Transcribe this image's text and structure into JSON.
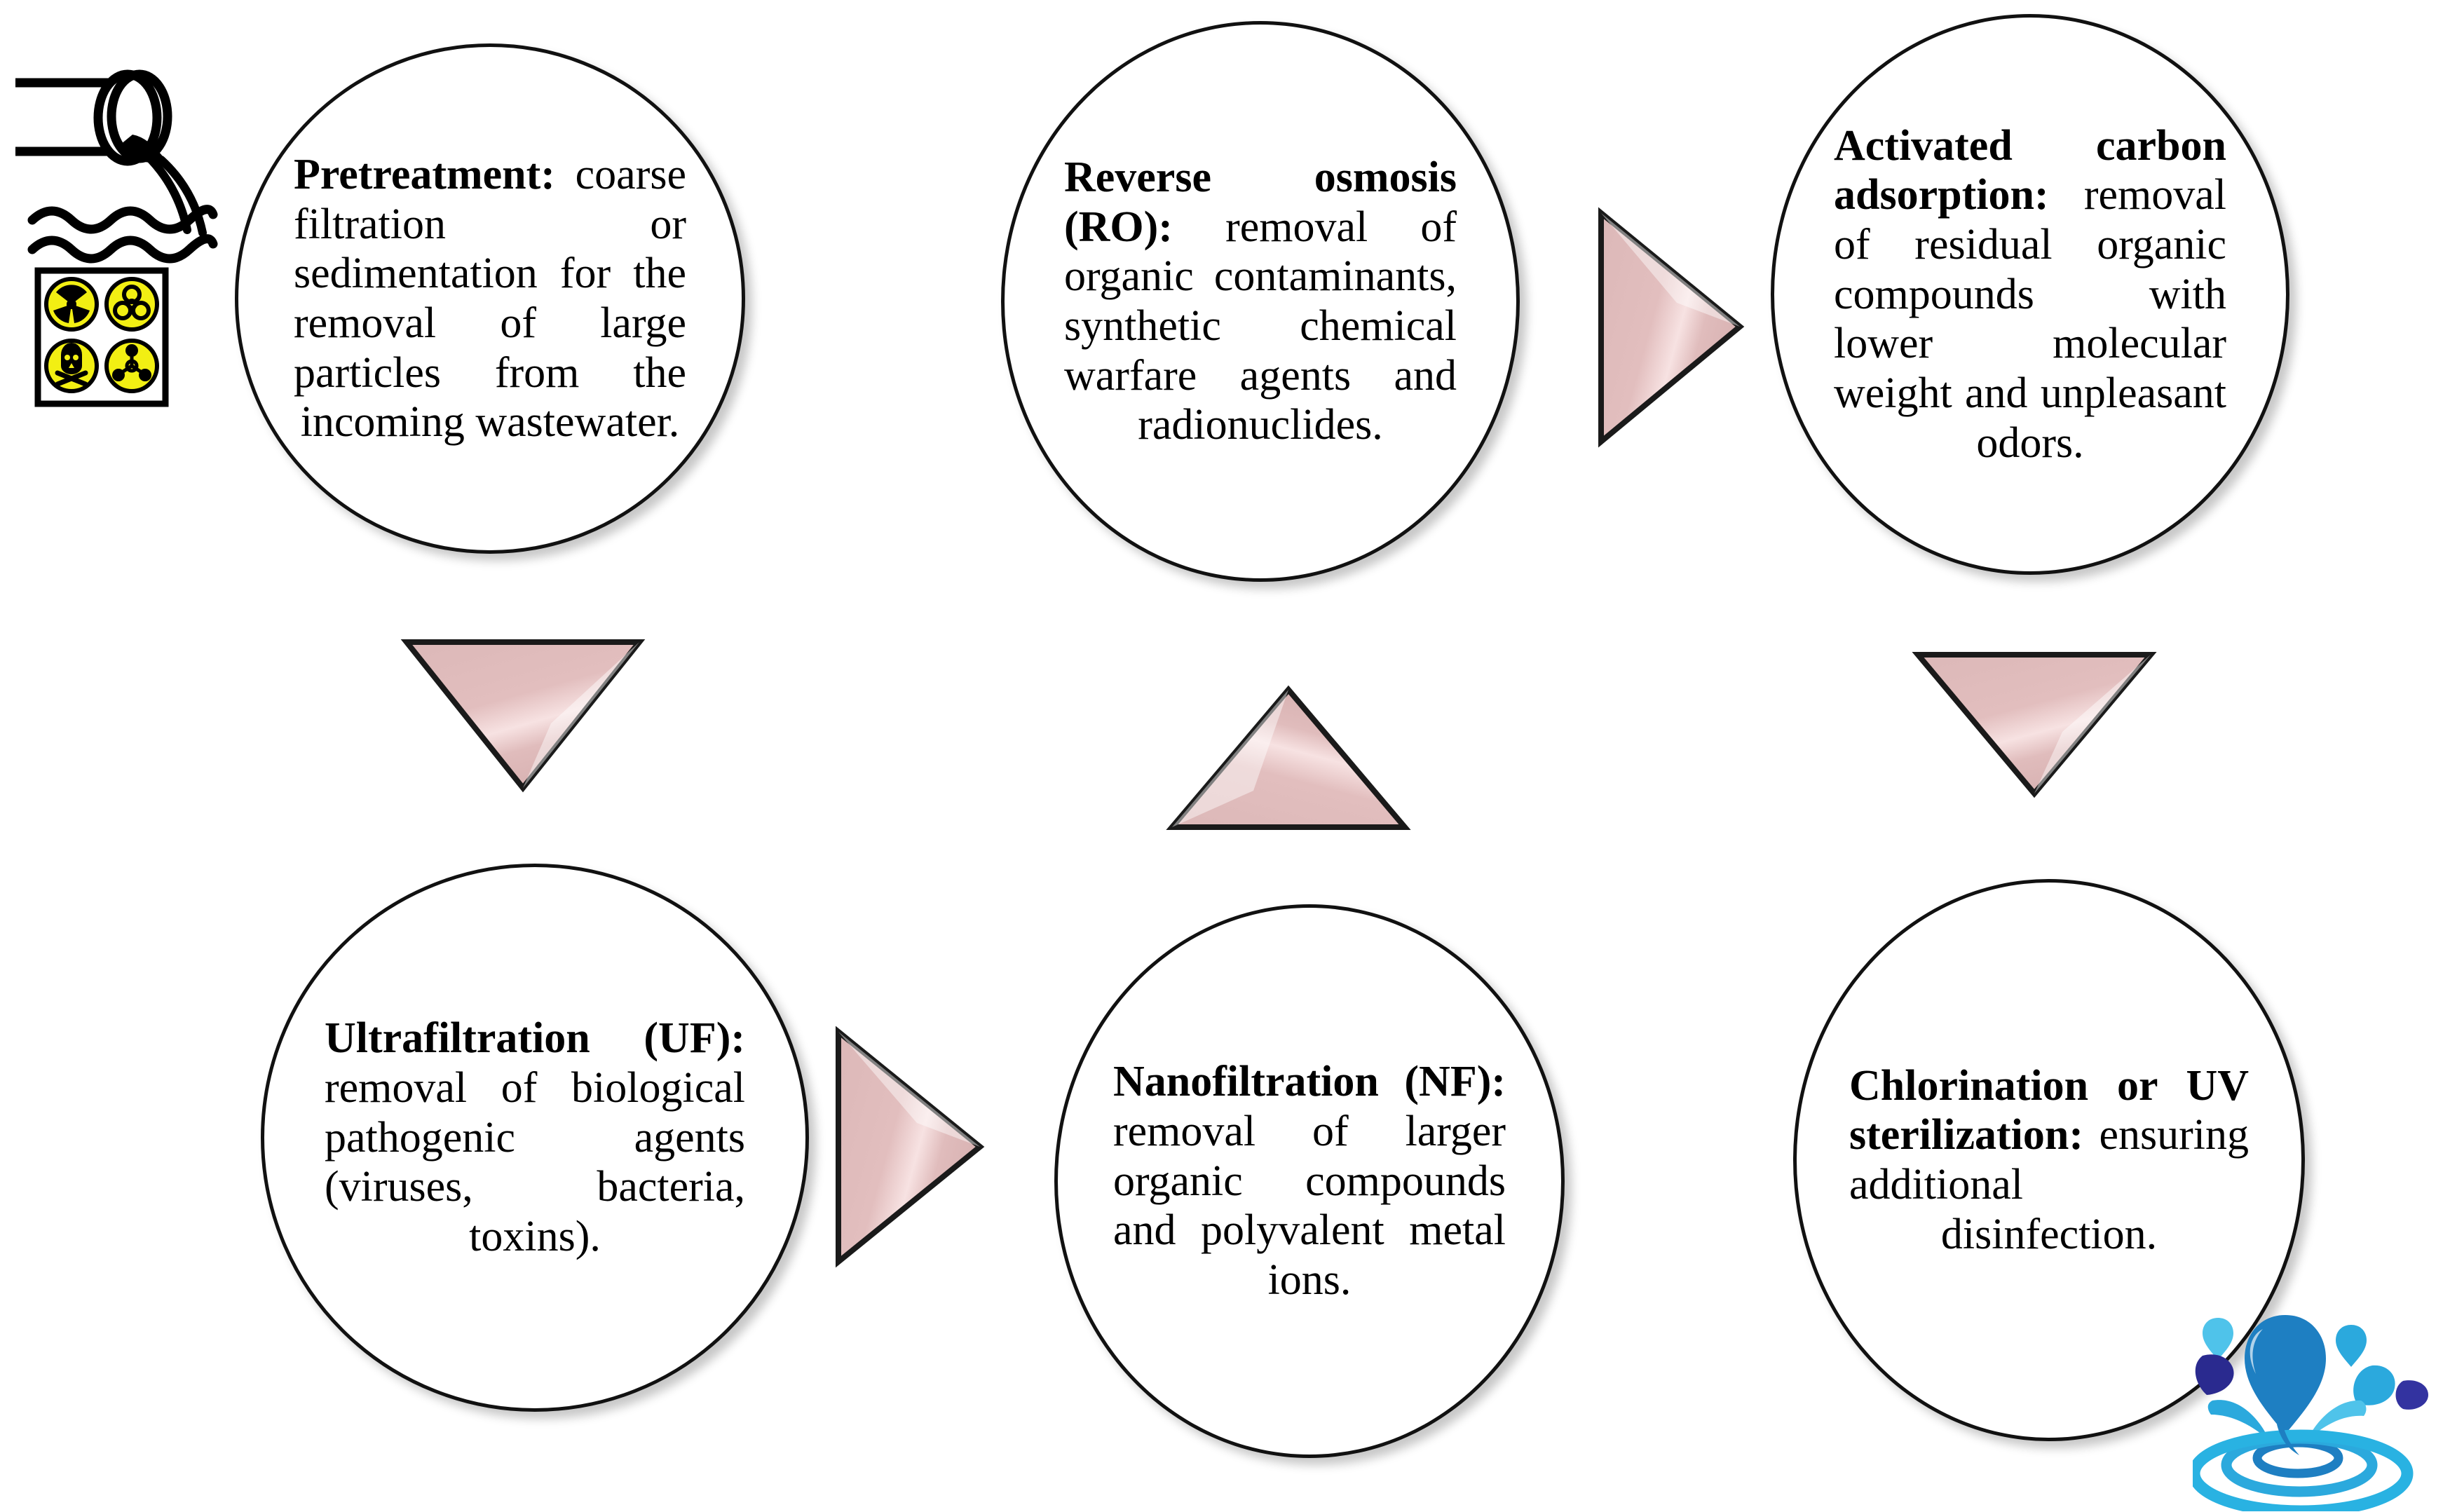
{
  "diagram": {
    "type": "process-flow",
    "title_visible": false,
    "background_color": "#ffffff",
    "arrow_fill_color": "#e3bfbf",
    "arrow_stroke_color": "#1a1a1a",
    "circle_stroke_color": "#111111",
    "text_color": "#000000"
  },
  "stages": [
    {
      "id": "pretreatment",
      "heading": "Pretreatment:",
      "body": " coarse filtration or sedimentation for the removal of large particles from the incoming wastewater.",
      "row": 1,
      "column": 1
    },
    {
      "id": "reverse-osmosis",
      "heading": "Reverse osmosis (RO):",
      "body": " removal of organic contaminants, synthetic chemical warfare agents and radionuclides.",
      "row": 1,
      "column": 2
    },
    {
      "id": "activated-carbon-adsorption",
      "heading": "Activated carbon adsorption:",
      "body": " removal of residual organic compounds with lower molecular weight and unpleasant odors.",
      "row": 1,
      "column": 3
    },
    {
      "id": "ultrafiltration",
      "heading": "Ultrafiltration (UF):",
      "body": " removal of biological pathogenic agents (viruses, bacteria, toxins).",
      "row": 2,
      "column": 1
    },
    {
      "id": "nanofiltration",
      "heading": "Nanofiltration (NF):",
      "body": " removal of larger organic compounds and polyvalent metal ions.",
      "row": 2,
      "column": 2
    },
    {
      "id": "chlorination-uv",
      "heading": "Chlorination or UV sterilization:",
      "body": " ensuring additional disinfection.",
      "row": 2,
      "column": 3
    }
  ],
  "arrows": [
    {
      "id": "pretreatment-to-ultrafiltration",
      "direction": "down",
      "from": "pretreatment",
      "to": "ultrafiltration"
    },
    {
      "id": "ultrafiltration-to-nanofiltration",
      "direction": "right",
      "from": "ultrafiltration",
      "to": "nanofiltration"
    },
    {
      "id": "nanofiltration-to-reverse-osmosis",
      "direction": "up",
      "from": "nanofiltration",
      "to": "reverse-osmosis"
    },
    {
      "id": "reverse-osmosis-to-activated-carbon",
      "direction": "right",
      "from": "reverse-osmosis",
      "to": "activated-carbon-adsorption"
    },
    {
      "id": "activated-carbon-to-chlorination",
      "direction": "down",
      "from": "activated-carbon-adsorption",
      "to": "chlorination-uv"
    }
  ],
  "icons": {
    "wastewater_discharge": {
      "name": "hazardous-wastewater-discharge-icon",
      "description": "Discharge pipe pouring wastewater into waves above a framed panel of four hazard symbols",
      "hazard_symbols": [
        "radiation-hazard-symbol",
        "biohazard-symbol",
        "toxic-skull-crossbones-symbol",
        "chemical-weapon-symbol"
      ],
      "hazard_fill_color": "#f2ef13",
      "hazard_stroke_color": "#000000"
    },
    "water_splash_logo": {
      "name": "water-splash-logo",
      "description": "Blue water droplet splash with concentric ripples",
      "colors": [
        "#1e7fc2",
        "#2ba9dd",
        "#4fc3ea",
        "#2a2a8f",
        "#3333a0"
      ]
    }
  }
}
